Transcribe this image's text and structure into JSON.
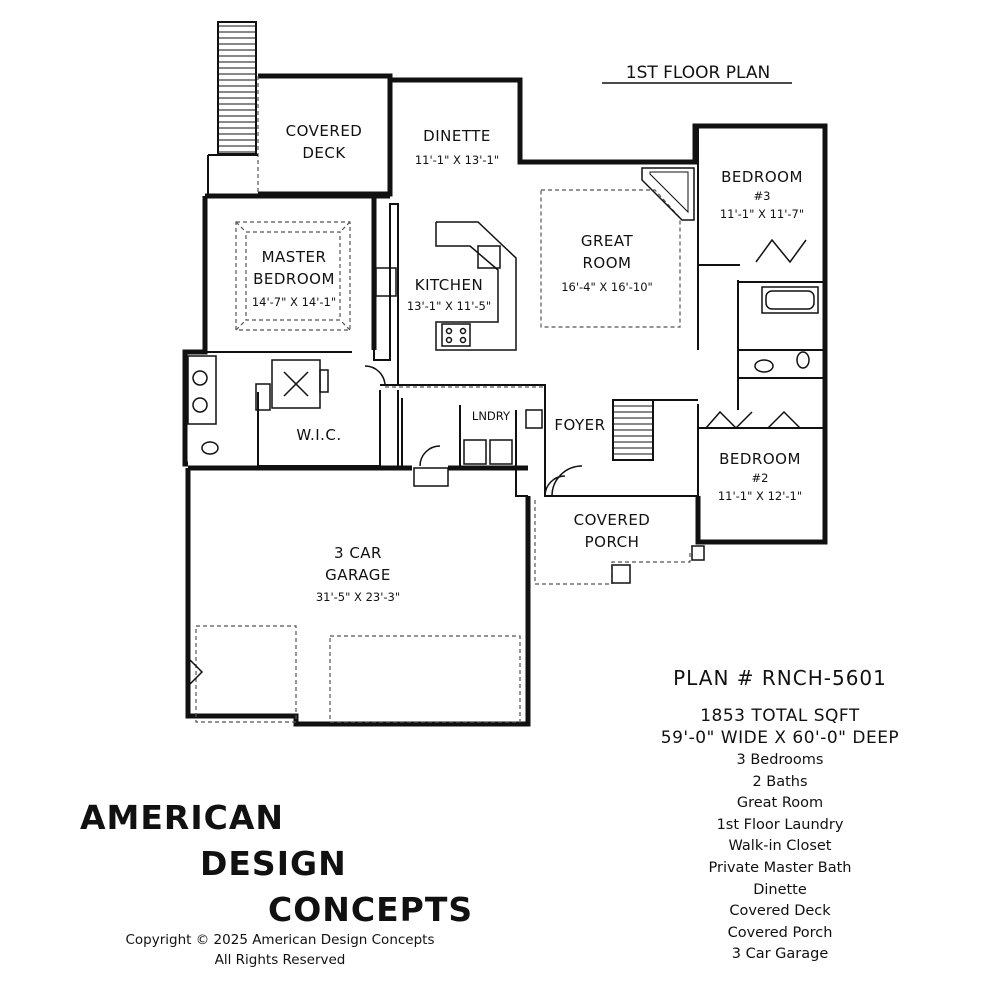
{
  "plan_title": "1ST FLOOR PLAN",
  "rooms": {
    "covered_deck": {
      "name_line1": "COVERED",
      "name_line2": "DECK"
    },
    "dinette": {
      "name": "DINETTE",
      "dims": "11'-1\" X 13'-1\""
    },
    "bedroom3": {
      "name": "BEDROOM",
      "number": "#3",
      "dims": "11'-1\" X 11'-7\""
    },
    "master_bedroom": {
      "name_line1": "MASTER",
      "name_line2": "BEDROOM",
      "dims": "14'-7\" X 14'-1\""
    },
    "kitchen": {
      "name": "KITCHEN",
      "dims": "13'-1\" X 11'-5\""
    },
    "great_room": {
      "name_line1": "GREAT",
      "name_line2": "ROOM",
      "dims": "16'-4\" X 16'-10\""
    },
    "wic": {
      "name": "W.I.C."
    },
    "laundry": {
      "name": "LNDRY"
    },
    "foyer": {
      "name": "FOYER"
    },
    "bedroom2": {
      "name": "BEDROOM",
      "number": "#2",
      "dims": "11'-1\" X 12'-1\""
    },
    "covered_porch": {
      "name_line1": "COVERED",
      "name_line2": "PORCH"
    },
    "garage": {
      "name_line1": "3 CAR",
      "name_line2": "GARAGE",
      "dims": "31'-5\" X 23'-3\""
    }
  },
  "plan_info": {
    "plan_number": "PLAN # RNCH-5601",
    "total_sqft": "1853 TOTAL SQFT",
    "dimensions": "59'-0\" WIDE X 60'-0\" DEEP",
    "features": [
      "3 Bedrooms",
      "2 Baths",
      "Great Room",
      "1st Floor Laundry",
      "Walk-in Closet",
      "Private Master Bath",
      "Dinette",
      "Covered Deck",
      "Covered Porch",
      "3 Car Garage"
    ]
  },
  "brand": {
    "line1": "AMERICAN",
    "line2": "DESIGN",
    "line3": "CONCEPTS"
  },
  "copyright": {
    "line1": "Copyright © 2025 American Design Concepts",
    "line2": "All Rights Reserved"
  }
}
